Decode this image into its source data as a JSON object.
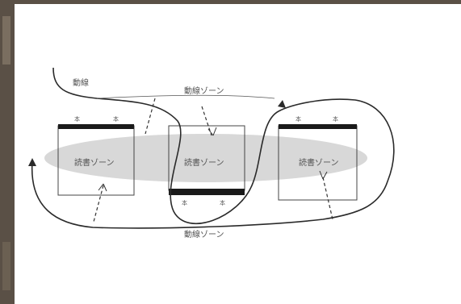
{
  "labels": {
    "circulation_top_left": "動線",
    "circulation_zone_top": "動線ゾーン",
    "circulation_zone_bottom": "動線ゾーン",
    "reading_zone_left": "読書ゾーン",
    "reading_zone_center": "読書ゾーン",
    "reading_zone_right": "読書ゾーン",
    "shelf_mark": "本"
  },
  "colors": {
    "background": "#ffffff",
    "photo_edge": "#5a5046",
    "line": "#2a2a2a",
    "reading_zone_fill": "#d8d8d8",
    "shelf": "#1a1a1a"
  }
}
